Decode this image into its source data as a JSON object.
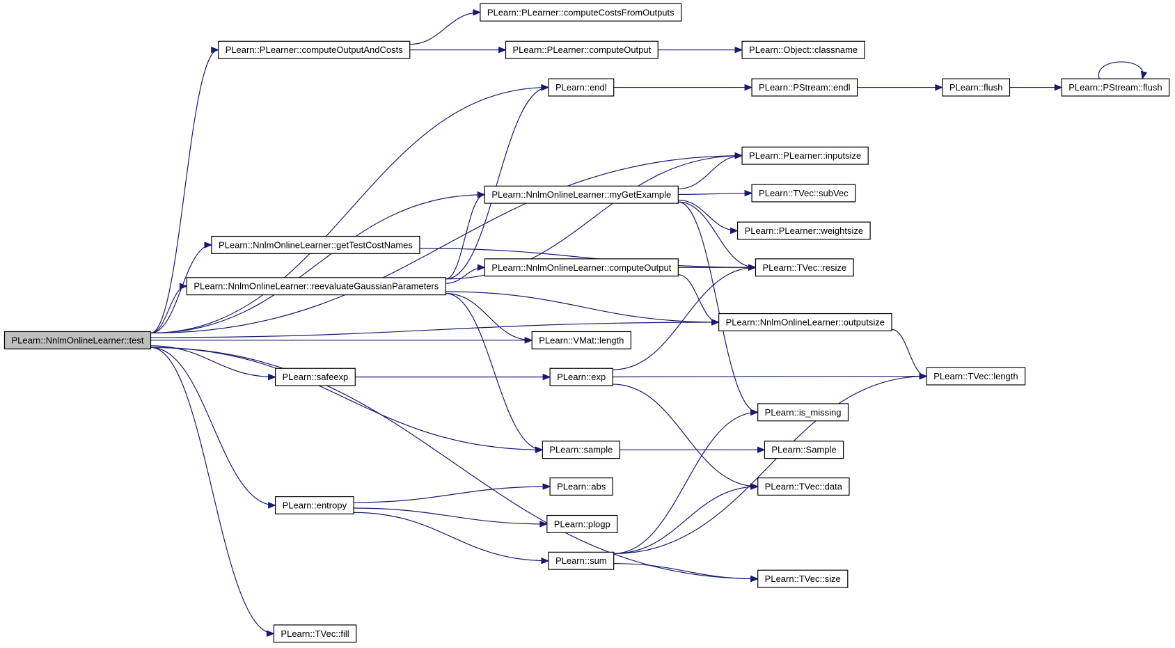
{
  "graph": {
    "root_label": "PLearn::NnlmOnlineLearner::test",
    "nodes": [
      {
        "id": "root",
        "label": "PLearn::NnlmOnlineLearner::test",
        "highlighted": true
      },
      {
        "id": "computeCostsFromOutputs",
        "label": "PLearn::PLearner::computeCostsFromOutputs"
      },
      {
        "id": "computeOutputAndCosts",
        "label": "PLearn::PLearner::computeOutputAndCosts"
      },
      {
        "id": "plearnerComputeOutput",
        "label": "PLearn::PLearner::computeOutput"
      },
      {
        "id": "classname",
        "label": "PLearn::Object::classname"
      },
      {
        "id": "endl",
        "label": "PLearn::endl"
      },
      {
        "id": "pstreamEndl",
        "label": "PLearn::PStream::endl"
      },
      {
        "id": "flush",
        "label": "PLearn::flush"
      },
      {
        "id": "pstreamFlush",
        "label": "PLearn::PStream::flush"
      },
      {
        "id": "inputsize",
        "label": "PLearn::PLearner::inputsize"
      },
      {
        "id": "myGetExample",
        "label": "PLearn::NnlmOnlineLearner::myGetExample"
      },
      {
        "id": "subVec",
        "label": "PLearn::TVec::subVec"
      },
      {
        "id": "weightsize",
        "label": "PLearn::PLearner::weightsize"
      },
      {
        "id": "getTestCostNames",
        "label": "PLearn::NnlmOnlineLearner::getTestCostNames"
      },
      {
        "id": "resize",
        "label": "PLearn::TVec::resize"
      },
      {
        "id": "reevaluate",
        "label": "PLearn::NnlmOnlineLearner::reevaluateGaussianParameters"
      },
      {
        "id": "nnlmComputeOutput",
        "label": "PLearn::NnlmOnlineLearner::computeOutput"
      },
      {
        "id": "outputsize",
        "label": "PLearn::NnlmOnlineLearner::outputsize"
      },
      {
        "id": "vmatLength",
        "label": "PLearn::VMat::length"
      },
      {
        "id": "safeexp",
        "label": "PLearn::safeexp"
      },
      {
        "id": "exp",
        "label": "PLearn::exp"
      },
      {
        "id": "tvecLength",
        "label": "PLearn::TVec::length"
      },
      {
        "id": "isMissing",
        "label": "PLearn::is_missing"
      },
      {
        "id": "sample",
        "label": "PLearn::sample"
      },
      {
        "id": "Sample",
        "label": "PLearn::Sample"
      },
      {
        "id": "tvecData",
        "label": "PLearn::TVec::data"
      },
      {
        "id": "abs",
        "label": "PLearn::abs"
      },
      {
        "id": "entropy",
        "label": "PLearn::entropy"
      },
      {
        "id": "plogp",
        "label": "PLearn::plogp"
      },
      {
        "id": "sum",
        "label": "PLearn::sum"
      },
      {
        "id": "tvecSize",
        "label": "PLearn::TVec::size"
      },
      {
        "id": "fill",
        "label": "PLearn::TVec::fill"
      }
    ],
    "edges": [
      {
        "from": "root",
        "to": "computeOutputAndCosts"
      },
      {
        "from": "root",
        "to": "endl"
      },
      {
        "from": "root",
        "to": "inputsize"
      },
      {
        "from": "root",
        "to": "myGetExample"
      },
      {
        "from": "root",
        "to": "getTestCostNames"
      },
      {
        "from": "root",
        "to": "reevaluate"
      },
      {
        "from": "root",
        "to": "vmatLength"
      },
      {
        "from": "root",
        "to": "safeexp"
      },
      {
        "from": "root",
        "to": "outputsize"
      },
      {
        "from": "root",
        "to": "sample"
      },
      {
        "from": "root",
        "to": "entropy"
      },
      {
        "from": "root",
        "to": "tvecSize"
      },
      {
        "from": "root",
        "to": "fill"
      },
      {
        "from": "computeOutputAndCosts",
        "to": "computeCostsFromOutputs"
      },
      {
        "from": "computeOutputAndCosts",
        "to": "plearnerComputeOutput"
      },
      {
        "from": "plearnerComputeOutput",
        "to": "classname"
      },
      {
        "from": "endl",
        "to": "pstreamEndl"
      },
      {
        "from": "pstreamEndl",
        "to": "flush"
      },
      {
        "from": "flush",
        "to": "pstreamFlush"
      },
      {
        "from": "pstreamFlush",
        "to": "pstreamFlush"
      },
      {
        "from": "myGetExample",
        "to": "inputsize"
      },
      {
        "from": "myGetExample",
        "to": "subVec"
      },
      {
        "from": "myGetExample",
        "to": "weightsize"
      },
      {
        "from": "myGetExample",
        "to": "resize"
      },
      {
        "from": "myGetExample",
        "to": "isMissing"
      },
      {
        "from": "getTestCostNames",
        "to": "resize"
      },
      {
        "from": "reevaluate",
        "to": "endl"
      },
      {
        "from": "reevaluate",
        "to": "inputsize"
      },
      {
        "from": "reevaluate",
        "to": "myGetExample"
      },
      {
        "from": "reevaluate",
        "to": "nnlmComputeOutput"
      },
      {
        "from": "reevaluate",
        "to": "outputsize"
      },
      {
        "from": "reevaluate",
        "to": "vmatLength"
      },
      {
        "from": "reevaluate",
        "to": "sample"
      },
      {
        "from": "nnlmComputeOutput",
        "to": "resize"
      },
      {
        "from": "nnlmComputeOutput",
        "to": "outputsize"
      },
      {
        "from": "outputsize",
        "to": "tvecLength"
      },
      {
        "from": "safeexp",
        "to": "exp"
      },
      {
        "from": "exp",
        "to": "resize"
      },
      {
        "from": "exp",
        "to": "tvecLength"
      },
      {
        "from": "exp",
        "to": "tvecData"
      },
      {
        "from": "sample",
        "to": "Sample"
      },
      {
        "from": "entropy",
        "to": "abs"
      },
      {
        "from": "entropy",
        "to": "plogp"
      },
      {
        "from": "entropy",
        "to": "sum"
      },
      {
        "from": "sum",
        "to": "isMissing"
      },
      {
        "from": "sum",
        "to": "tvecData"
      },
      {
        "from": "sum",
        "to": "tvecLength"
      },
      {
        "from": "sum",
        "to": "tvecSize"
      }
    ]
  }
}
